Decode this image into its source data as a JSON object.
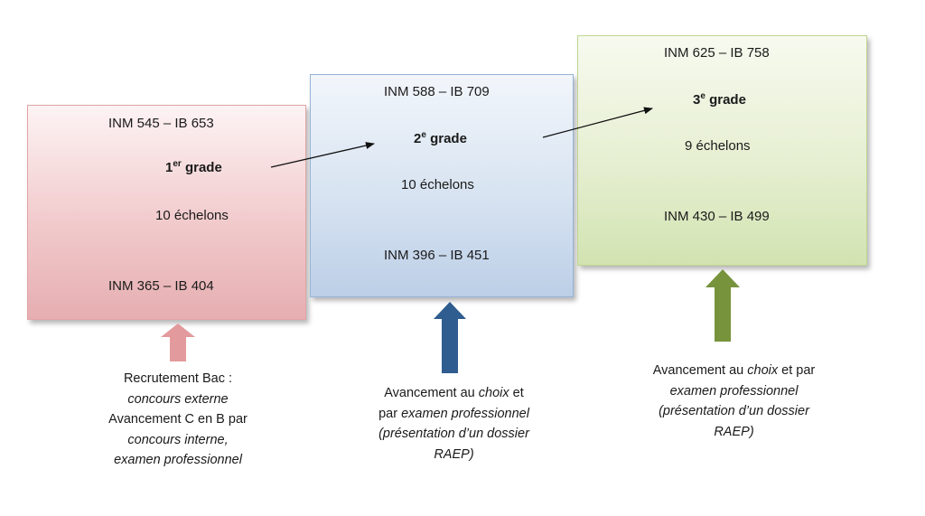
{
  "boxes": [
    {
      "top_label": "INM 545 – IB 653",
      "grade_num": "1",
      "grade_sup": "er",
      "grade_word": "grade",
      "echelons": "10 échelons",
      "bottom_label": "INM 365 – IB 404"
    },
    {
      "top_label": "INM 588 – IB 709",
      "grade_num": "2",
      "grade_sup": "e",
      "grade_word": "grade",
      "echelons": "10 échelons",
      "bottom_label": "INM 396 – IB 451"
    },
    {
      "top_label": "INM 625 – IB 758",
      "grade_num": "3",
      "grade_sup": "e",
      "grade_word": "grade",
      "echelons": "9 échelons",
      "bottom_label": "INM 430 – IB 499"
    }
  ],
  "captions": {
    "c1": {
      "l1": "Recrutement Bac :",
      "l2": "concours externe",
      "l3": "Avancement C en B par",
      "l4": "concours interne,",
      "l5": "examen professionnel"
    },
    "c2": {
      "l1a": "Avancement au ",
      "l1b": "choix",
      "l1c": " et",
      "l2a": "par ",
      "l2b": "examen professionnel",
      "l3": "(présentation d’un dossier",
      "l4": "RAEP)"
    },
    "c3": {
      "l1a": "Avancement au ",
      "l1b": "choix",
      "l1c": " et par",
      "l2": "examen professionnel",
      "l3": "(présentation d’un dossier",
      "l4": "RAEP)"
    }
  },
  "colors": {
    "box1_border": "#e3a4a6",
    "box2_border": "#95b3d7",
    "box3_border": "#bfd691",
    "arrow1": "#e39a9c",
    "arrow2": "#2f5d8f",
    "arrow3": "#77933c"
  }
}
